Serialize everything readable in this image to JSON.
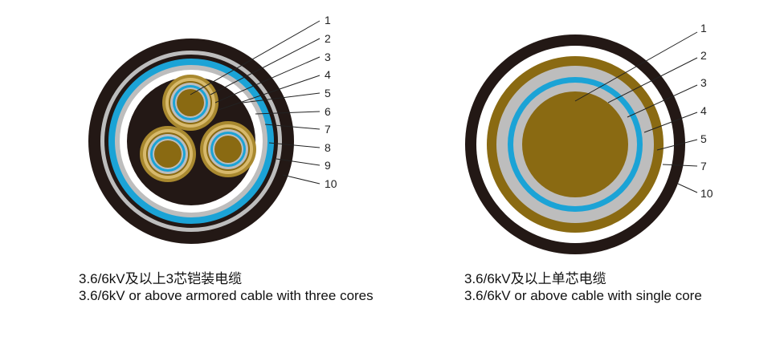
{
  "colors": {
    "jacket": "#231815",
    "gray_layer": "#bdbdbd",
    "white_layer": "#ffffff",
    "blue_layer": "#1ba3d6",
    "copper": "#8a6a12",
    "copper_light": "#a9892f",
    "inner_fill": "#231815",
    "leader": "#222222"
  },
  "left_diagram": {
    "labels": [
      "1",
      "2",
      "3",
      "4",
      "5",
      "6",
      "7",
      "8",
      "9",
      "10"
    ],
    "caption_cn": "3.6/6kV及以上3芯铠装电缆",
    "caption_en": "3.6/6kV or above armored cable with three cores"
  },
  "right_diagram": {
    "labels": [
      "1",
      "2",
      "3",
      "4",
      "5",
      "7",
      "10"
    ],
    "caption_cn": "3.6/6kV及以上单芯电缆",
    "caption_en": "3.6/6kV or above cable with single core"
  }
}
